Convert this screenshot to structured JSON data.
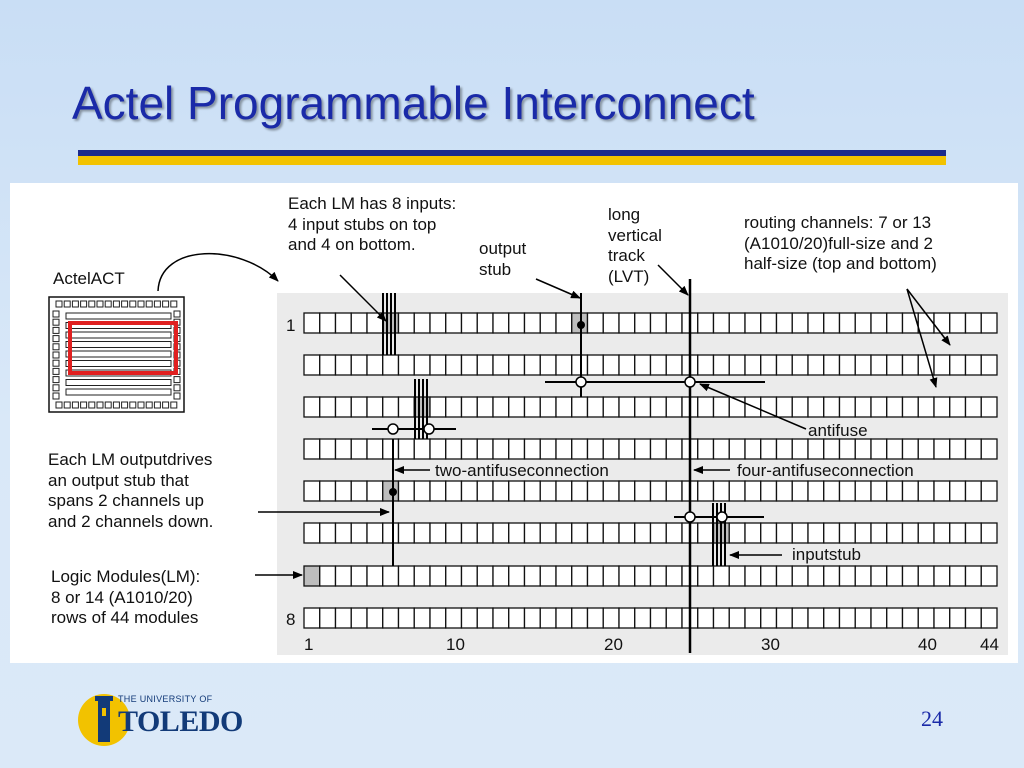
{
  "slide": {
    "title": "Actel Programmable Interconnect",
    "page_number": "24",
    "colors": {
      "title": "#1a2aa8",
      "rule_blue": "#1c2a8c",
      "rule_gold": "#f2c200",
      "chip_highlight": "#e02020",
      "module_highlight": "#bdbdbd"
    }
  },
  "logo": {
    "small_text": "THE UNIVERSITY OF",
    "big_text": "TOLEDO",
    "icon": "toledo-tower-icon"
  },
  "diagram": {
    "chip_label": "ActelACT",
    "annotations": {
      "lm_inputs": "Each LM has 8 inputs:\n4 input stubs on top\nand 4 on bottom.",
      "output_stub": "output\nstub",
      "lvt": "long\nvertical\ntrack\n(LVT)",
      "routing_channels": "routing channels: 7 or 13\n(A1010/20)full-size and 2\nhalf-size (top and bottom)",
      "lm_output": "Each LM outputdrives\nan output stub that\nspans 2 channels up\nand 2 channels down.",
      "logic_modules": "Logic Modules(LM):\n8 or 14 (A1010/20)\nrows of 44 modules",
      "antifuse": "antifuse",
      "two_antifuse": "two-antifuseconnection",
      "four_antifuse": "four-antifuseconnection",
      "input_stub": "inputstub"
    },
    "row_labels": {
      "first": "1",
      "last": "8"
    },
    "column_labels": [
      "1",
      "10",
      "20",
      "30",
      "40",
      "44"
    ]
  }
}
